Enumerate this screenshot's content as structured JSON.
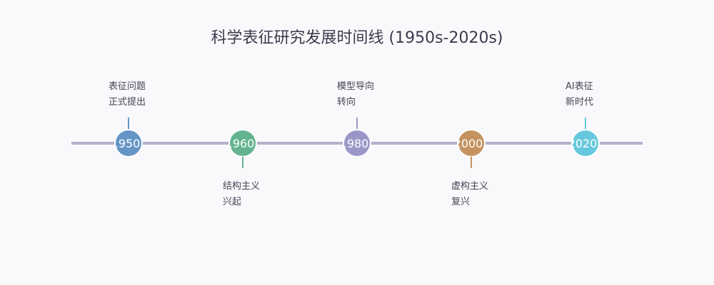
{
  "title": "科学表征研究发展时间线 (1950s-2020s)",
  "line_color": "#b3b1c9",
  "events": [
    {
      "year": "1950",
      "label_lines": [
        "表征问题",
        "正式提出"
      ],
      "position": "above",
      "color": "#6495c5"
    },
    {
      "year": "1960",
      "label_lines": [
        "结构主义",
        "兴起"
      ],
      "position": "below",
      "color": "#63b38f"
    },
    {
      "year": "1980",
      "label_lines": [
        "模型导向",
        "转向"
      ],
      "position": "above",
      "color": "#9a97c8"
    },
    {
      "year": "2000",
      "label_lines": [
        "虚构主义",
        "复兴"
      ],
      "position": "below",
      "color": "#c49360"
    },
    {
      "year": "2020",
      "label_lines": [
        "AI表征",
        "新时代"
      ],
      "position": "above",
      "color": "#66c8dc"
    }
  ]
}
